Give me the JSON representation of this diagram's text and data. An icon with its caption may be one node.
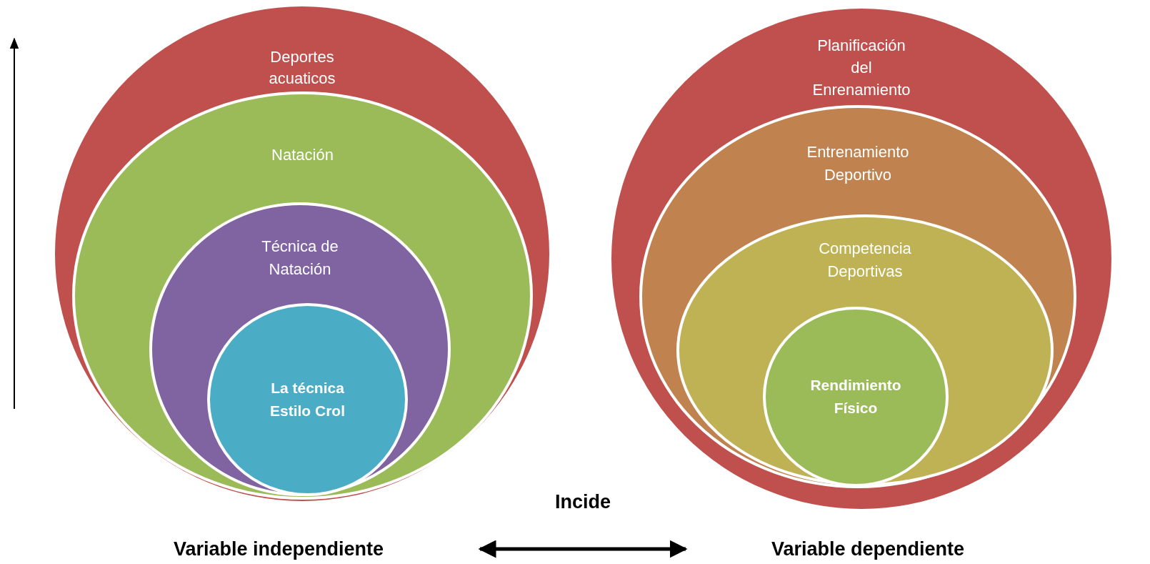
{
  "diagram": {
    "nodes": [
      {
        "text": [
          "Deportes acuaticos"
        ]
      },
      {
        "text": [
          "Natación"
        ],
        "in": 0
      },
      {
        "text": [
          "Técnica de Natación"
        ],
        "in": 1
      },
      {
        "text": [
          "La técnica Estilo Crol"
        ],
        "in": 2
      },
      {
        "text": [
          "Planificación del Enrenamiento"
        ]
      },
      {
        "text": [
          "Entrenamiento Deportivo"
        ],
        "in": 4
      },
      {
        "text": [
          "Competencia Deportivas"
        ],
        "in": 5
      },
      {
        "text": [
          "Rendimiento Físico"
        ],
        "in": 6
      },
      {
        "text": [
          "Variable independiente"
        ]
      },
      {
        "text": [
          "Variable dependiente"
        ]
      }
    ],
    "edges": [
      {
        "from": 8,
        "to": 9,
        "arrow": "both",
        "label": "Incide"
      }
    ]
  }
}
